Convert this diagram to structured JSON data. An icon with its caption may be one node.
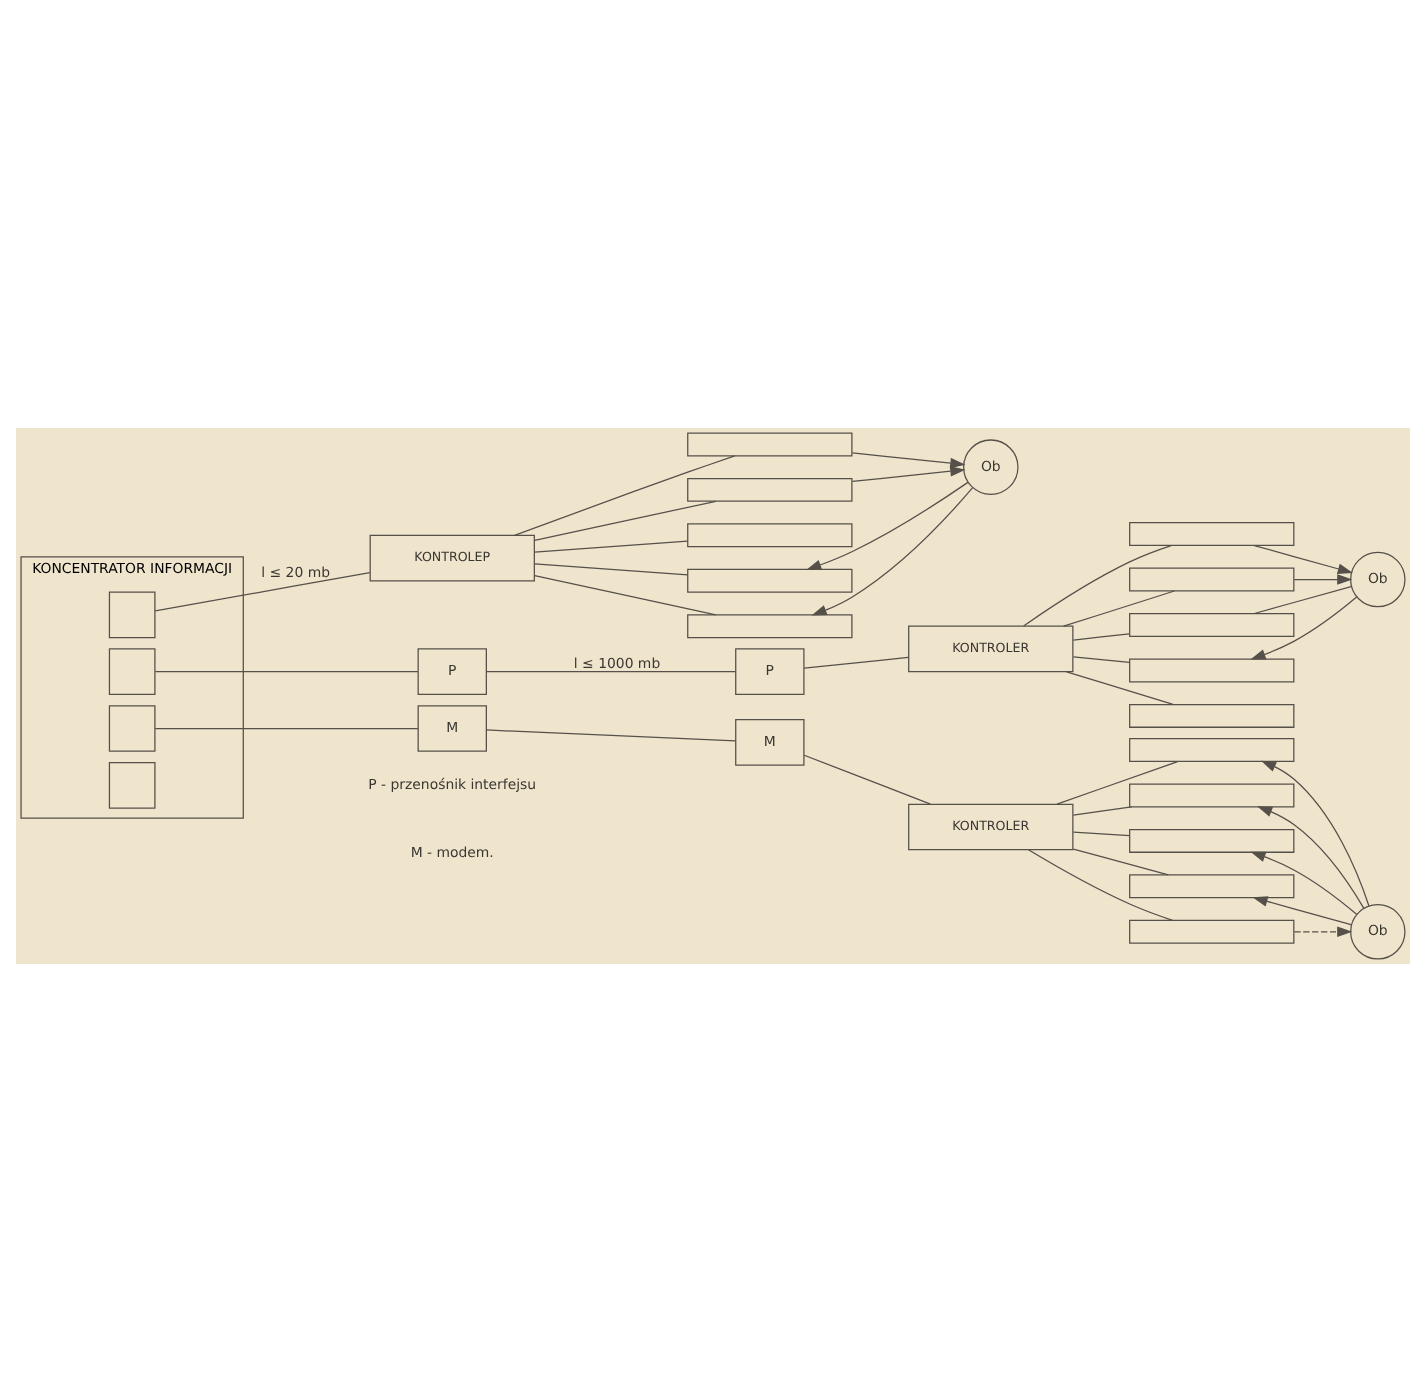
{
  "diagram": {
    "nodes": [
      {
        "text": [
          "KONCENTRATOR INFORMACJI"
        ]
      },
      {
        "text": [],
        "shape": "box",
        "in": 0
      },
      {
        "text": [],
        "shape": "box",
        "in": 0
      },
      {
        "text": [],
        "shape": "box",
        "in": 0
      },
      {
        "text": [],
        "shape": "box",
        "in": 0
      },
      {
        "text": [
          "P"
        ]
      },
      {
        "text": [
          "M"
        ]
      },
      {
        "text": [
          "KONTROLEP"
        ]
      },
      {
        "text": [],
        "shape": "box"
      },
      {
        "text": [],
        "shape": "box"
      },
      {
        "text": [],
        "shape": "box"
      },
      {
        "text": [],
        "shape": "box"
      },
      {
        "text": [],
        "shape": "box"
      },
      {
        "text": [
          "Ob"
        ]
      },
      {
        "text": [
          "P"
        ]
      },
      {
        "text": [
          "KONTROLER"
        ]
      },
      {
        "text": [],
        "shape": "box"
      },
      {
        "text": [],
        "shape": "box"
      },
      {
        "text": [],
        "shape": "box"
      },
      {
        "text": [],
        "shape": "box"
      },
      {
        "text": [],
        "shape": "box"
      },
      {
        "text": [
          "Ob"
        ]
      },
      {
        "text": [
          "M"
        ]
      },
      {
        "text": [
          "KONTROLER"
        ]
      },
      {
        "text": [],
        "shape": "box"
      },
      {
        "text": [],
        "shape": "box"
      },
      {
        "text": [],
        "shape": "box"
      },
      {
        "text": [],
        "shape": "box"
      },
      {
        "text": [],
        "shape": "box"
      },
      {
        "text": [
          "Ob"
        ]
      }
    ],
    "edges": [
      {
        "from": 1,
        "to": 7,
        "arrow": "none",
        "label": "l ≤ 20 mb"
      },
      {
        "from": 2,
        "to": 5,
        "arrow": "none"
      },
      {
        "from": 3,
        "to": 6,
        "arrow": "none"
      },
      {
        "from": 7,
        "to": 8,
        "arrow": "none"
      },
      {
        "from": 7,
        "to": 9,
        "arrow": "none"
      },
      {
        "from": 7,
        "to": 10,
        "arrow": "none"
      },
      {
        "from": 7,
        "to": 11,
        "arrow": "none"
      },
      {
        "from": 7,
        "to": 12,
        "arrow": "none"
      },
      {
        "from": 8,
        "to": 13,
        "arrow": "to"
      },
      {
        "from": 9,
        "to": 13,
        "arrow": "to"
      },
      {
        "from": 13,
        "to": 11,
        "arrow": "to"
      },
      {
        "from": 13,
        "to": 12,
        "arrow": "to"
      },
      {
        "from": 5,
        "to": 14,
        "arrow": "none",
        "label": "l ≤ 1000 mb"
      },
      {
        "from": 14,
        "to": 15,
        "arrow": "none"
      },
      {
        "from": 15,
        "to": 16,
        "arrow": "none"
      },
      {
        "from": 15,
        "to": 17,
        "arrow": "none"
      },
      {
        "from": 15,
        "to": 18,
        "arrow": "none"
      },
      {
        "from": 15,
        "to": 19,
        "arrow": "none"
      },
      {
        "from": 15,
        "to": 20,
        "arrow": "none"
      },
      {
        "from": 16,
        "to": 21,
        "arrow": "to"
      },
      {
        "from": 17,
        "to": 21,
        "arrow": "to"
      },
      {
        "from": 18,
        "to": 21,
        "arrow": "none"
      },
      {
        "from": 21,
        "to": 19,
        "arrow": "to"
      },
      {
        "from": 6,
        "to": 22,
        "arrow": "none"
      },
      {
        "from": 22,
        "to": 23,
        "arrow": "none"
      },
      {
        "from": 23,
        "to": 24,
        "arrow": "none"
      },
      {
        "from": 23,
        "to": 25,
        "arrow": "none"
      },
      {
        "from": 23,
        "to": 26,
        "arrow": "none"
      },
      {
        "from": 23,
        "to": 27,
        "arrow": "none"
      },
      {
        "from": 23,
        "to": 28,
        "arrow": "none"
      },
      {
        "from": 29,
        "to": 24,
        "arrow": "to"
      },
      {
        "from": 29,
        "to": 25,
        "arrow": "to"
      },
      {
        "from": 29,
        "to": 26,
        "arrow": "to"
      },
      {
        "from": 29,
        "to": 27,
        "arrow": "to"
      },
      {
        "from": 28,
        "to": 29,
        "arrow": "to",
        "style": "dashed"
      }
    ],
    "labels": [
      "P - przenośnik interfejsu",
      "M - modem."
    ]
  }
}
